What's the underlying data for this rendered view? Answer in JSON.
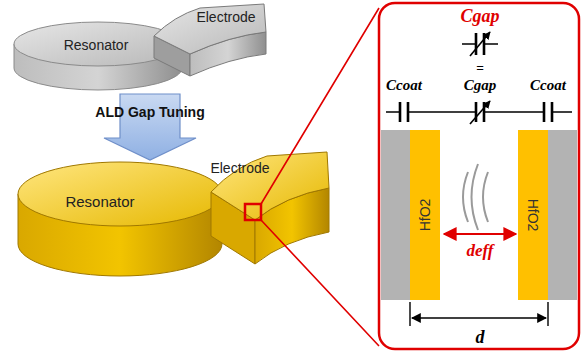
{
  "diagram": {
    "nodes": [
      {
        "text": [
          "Resonator"
        ]
      },
      {
        "text": [
          "Electrode"
        ]
      },
      {
        "text": [
          "Resonator"
        ]
      },
      {
        "text": [
          "Electrode"
        ]
      },
      {
        "text": [
          "HfO2"
        ]
      },
      {
        "text": [
          "HfO2"
        ]
      }
    ],
    "edges": [
      {
        "from": 0,
        "to": 2,
        "arrow": "to",
        "label": "ALD Gap Tuning"
      }
    ],
    "labels": [
      "Cgap",
      "=",
      "Ccoat",
      "Cgap",
      "Ccoat",
      "deff",
      "d"
    ]
  }
}
